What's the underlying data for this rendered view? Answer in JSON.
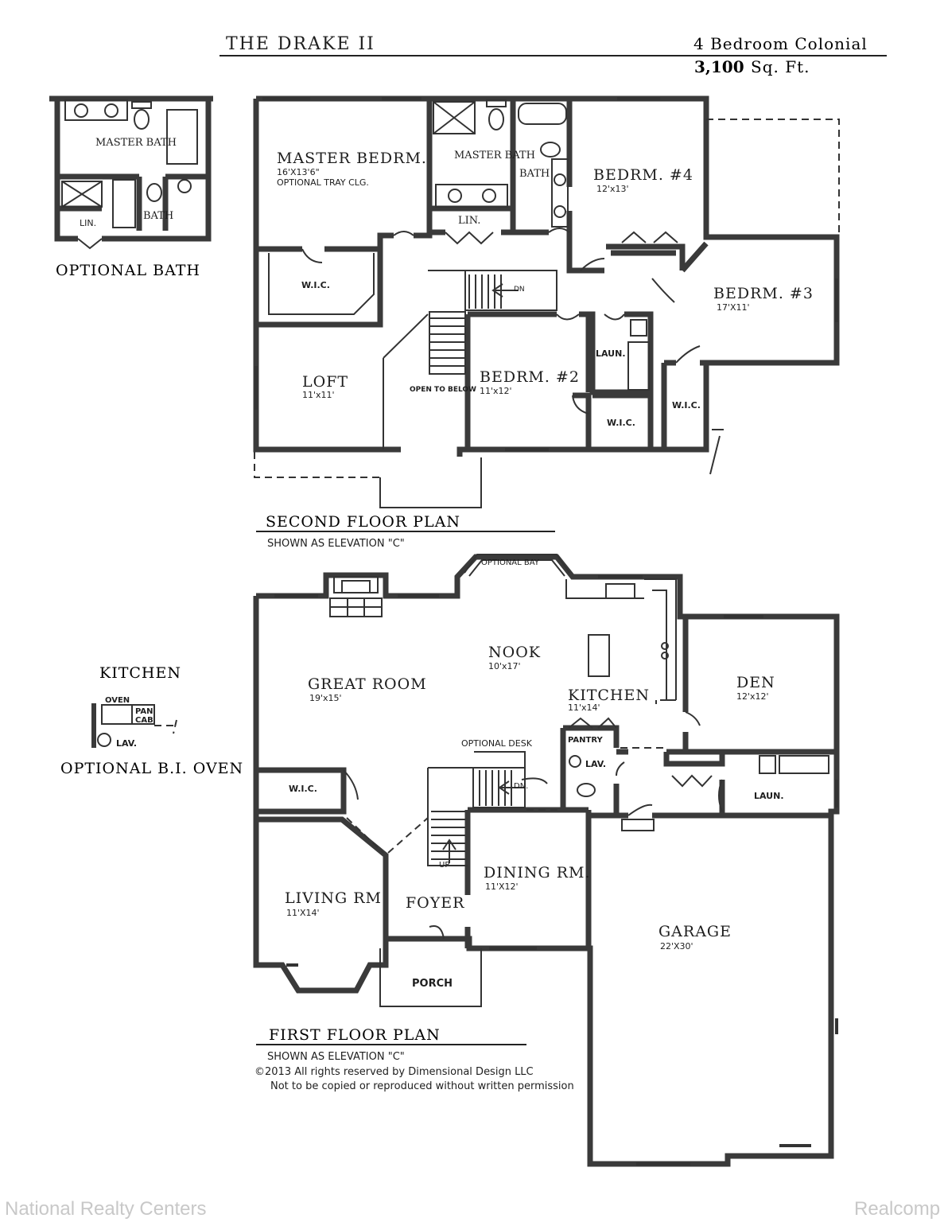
{
  "header": {
    "title": "THE DRAKE II",
    "style": "4 Bedroom Colonial",
    "sqft_number": "3,100",
    "sqft_unit": "Sq. Ft."
  },
  "optional_bath": {
    "caption": "OPTIONAL BATH",
    "master_bath": "MASTER BATH",
    "bath": "BATH",
    "linen": "LIN."
  },
  "second_floor": {
    "caption": "SECOND FLOOR PLAN",
    "elevation": "SHOWN AS ELEVATION \"C\"",
    "rooms": {
      "master_bedroom": {
        "name": "MASTER BEDRM.",
        "size": "16'X13'6\"",
        "note": "OPTIONAL TRAY CLG."
      },
      "master_bath": {
        "name": "MASTER BATH"
      },
      "bath": {
        "name": "BATH"
      },
      "linen": {
        "name": "LIN."
      },
      "bedroom4": {
        "name": "BEDRM. #4",
        "size": "12'x13'"
      },
      "bedroom3": {
        "name": "BEDRM. #3",
        "size": "17'X11'"
      },
      "wic1": {
        "name": "W.I.C."
      },
      "loft": {
        "name": "LOFT",
        "size": "11'x11'"
      },
      "open_to_below": {
        "name": "OPEN TO BELOW"
      },
      "stair_dn": {
        "name": "DN"
      },
      "bedroom2": {
        "name": "BEDRM. #2",
        "size": "11'x12'"
      },
      "laundry": {
        "name": "LAUN."
      },
      "wic2": {
        "name": "W.I.C."
      },
      "wic3": {
        "name": "W.I.C."
      }
    }
  },
  "first_floor": {
    "caption": "FIRST FLOOR PLAN",
    "elevation": "SHOWN AS ELEVATION \"C\"",
    "copyright": "©2013 All rights reserved by Dimensional Design LLC",
    "copyright2": "Not to be copied or reproduced without written permission",
    "rooms": {
      "optional_bay": {
        "name": "OPTIONAL BAY"
      },
      "nook": {
        "name": "NOOK",
        "size": "10'x17'"
      },
      "great_room": {
        "name": "GREAT ROOM",
        "size": "19'x15'"
      },
      "kitchen": {
        "name": "KITCHEN",
        "size": "11'x14'"
      },
      "den": {
        "name": "DEN",
        "size": "12'x12'"
      },
      "pantry": {
        "name": "PANTRY"
      },
      "optional_desk": {
        "name": "OPTIONAL DESK"
      },
      "wic": {
        "name": "W.I.C."
      },
      "lav": {
        "name": "LAV."
      },
      "laundry": {
        "name": "LAUN."
      },
      "stair_dn": {
        "name": "DN."
      },
      "stair_up": {
        "name": "UP"
      },
      "living_room": {
        "name": "LIVING RM",
        "size": "11'X14'"
      },
      "foyer": {
        "name": "FOYER"
      },
      "dining_room": {
        "name": "DINING RM.",
        "size": "11'X12'"
      },
      "garage": {
        "name": "GARAGE",
        "size": "22'X30'"
      },
      "porch": {
        "name": "PORCH"
      }
    }
  },
  "kitchen_option": {
    "heading": "KITCHEN",
    "oven": "OVEN",
    "pan": "PAN",
    "cab": "CAB",
    "lav": "LAV.",
    "caption": "OPTIONAL B.I. OVEN"
  },
  "watermarks": {
    "left": "National Realty Centers",
    "right": "Realcomp"
  }
}
